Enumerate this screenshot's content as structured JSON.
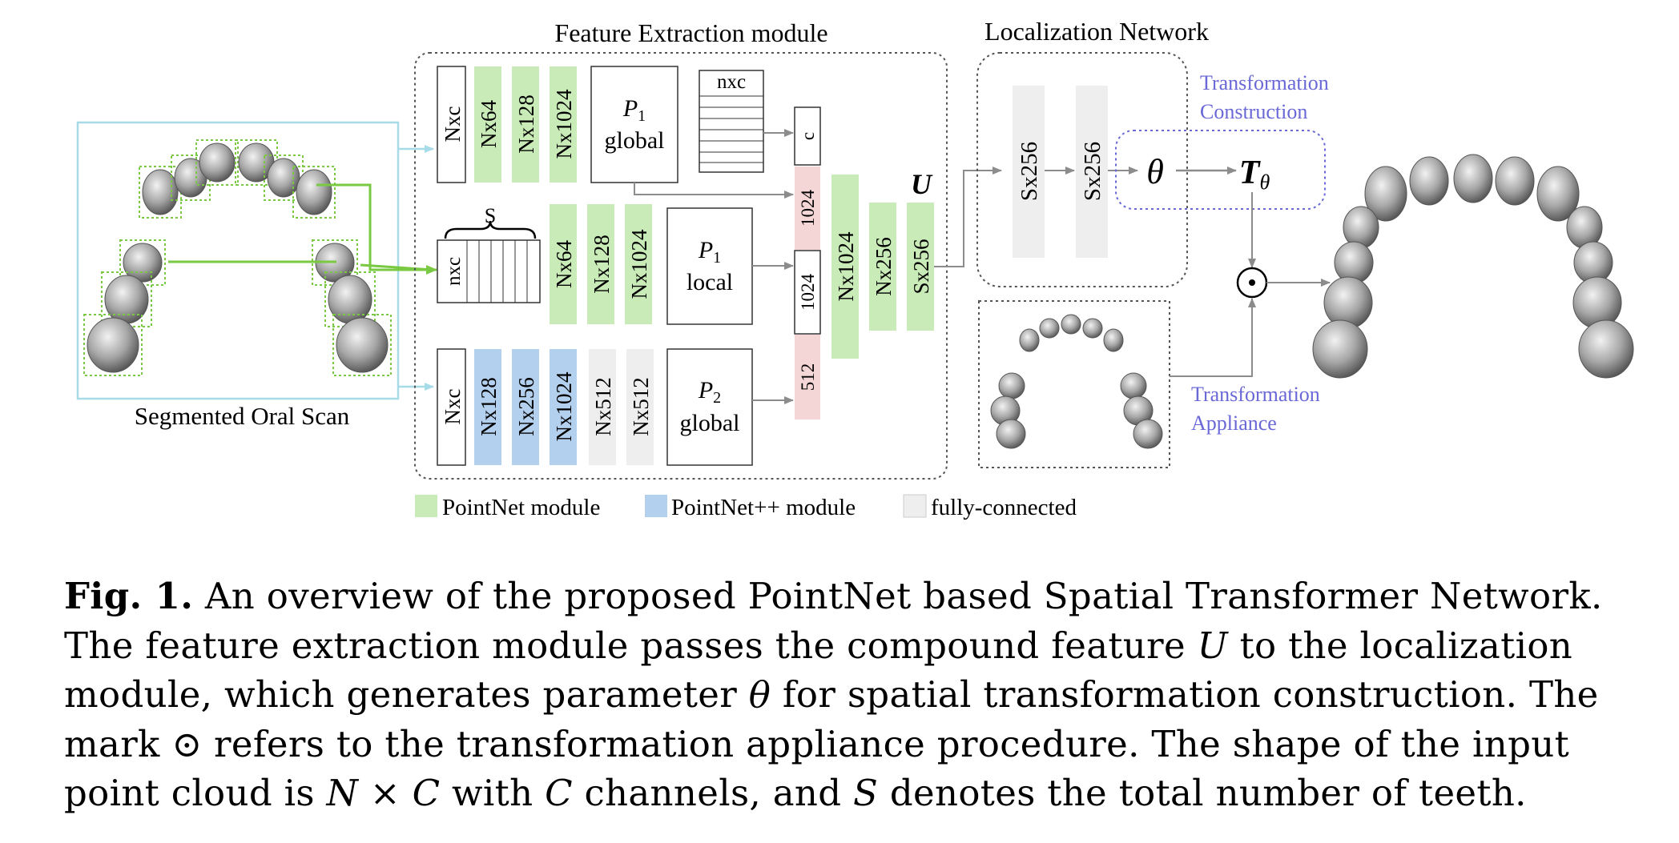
{
  "colors": {
    "pointnet": "#c9ebb7",
    "pointnet_pp": "#b3d0ee",
    "fully_connected": "#eeeeee",
    "feature_red": "#f4d6d6",
    "input_outline": "#a8dbe8",
    "green_arrow": "#7ac943",
    "purple": "#6a68d6",
    "arrow_gray": "#8c8c8c"
  },
  "diagram": {
    "title_feature": "Feature Extraction module",
    "title_localization": "Localization Network",
    "input_label": "Segmented Oral Scan",
    "branch1": {
      "input": "Nxc",
      "layers": [
        "Nx64",
        "Nx128",
        "Nx1024"
      ],
      "pool_sym": "P",
      "pool_sub": "1",
      "pool_word": "global",
      "matrix_label": "nxc",
      "c_label": "c"
    },
    "branch2": {
      "s_label": "S",
      "input": "nxc",
      "layers": [
        "Nx64",
        "Nx128",
        "Nx1024"
      ],
      "pool_sym": "P",
      "pool_sub": "1",
      "pool_word": "local"
    },
    "branch3": {
      "input": "Nxc",
      "layers_pp": [
        "Nx128",
        "Nx256",
        "Nx1024"
      ],
      "layers_fc": [
        "Nx512",
        "Nx512"
      ],
      "pool_sym": "P",
      "pool_sub": "2",
      "pool_word": "global"
    },
    "concat": [
      "1024",
      "1024",
      "512"
    ],
    "fusion": [
      "Nx1024",
      "Nx256",
      "Sx256"
    ],
    "u_label": "U",
    "loc_layers": [
      "Sx256",
      "Sx256"
    ],
    "theta": "θ",
    "t_theta_main": "T",
    "t_theta_sub": "θ",
    "odot": "⊙",
    "transformation_construction": [
      "Transformation",
      "Construction"
    ],
    "transformation_appliance": [
      "Transformation",
      "Appliance"
    ],
    "legend": [
      "PointNet module",
      "PointNet++ module",
      "fully-connected"
    ]
  },
  "caption": {
    "fig_label": "Fig. 1.",
    "s1": " An overview of the proposed PointNet based Spatial Transformer Network. The feature extraction module passes the compound feature ",
    "U": "U",
    "s2": " to the localization module, which generates parameter ",
    "theta": "θ",
    "s3": " for spatial transformation construction. The mark ⊙ refers to the transformation appliance procedure. The shape of the input point cloud is ",
    "N": "N",
    "times": " × ",
    "C1": "C",
    "s4": " with ",
    "C2": "C",
    "s5": " channels, and ",
    "S": "S",
    "s6": " denotes the total number of teeth."
  }
}
